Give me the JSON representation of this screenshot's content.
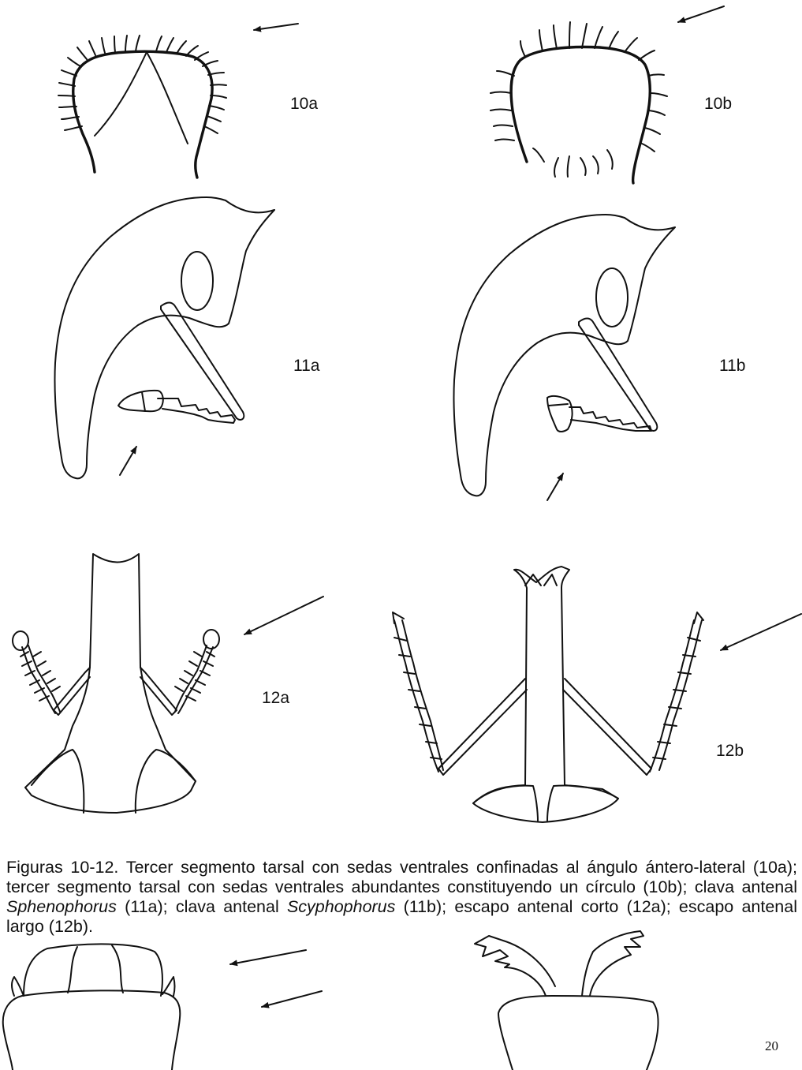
{
  "figure_labels": {
    "f10a": "10a",
    "f10b": "10b",
    "f11a": "11a",
    "f11b": "11b",
    "f12a": "12a",
    "f12b": "12b"
  },
  "caption": {
    "p1": "Figuras 10-12. Tercer segmento tarsal con sedas ventrales confinadas al ángulo ántero-lateral (10a); tercer segmento tarsal con sedas ventrales abundantes constituyendo un círculo (10b); clava antenal ",
    "genus1": "Sphenophorus",
    "p2": " (11a); clava antenal ",
    "genus2": "Scyphophorus",
    "p3": " (11b); escapo antenal corto (12a); escapo antenal largo (12b)."
  },
  "page_number": "20",
  "colors": {
    "ink": "#111111",
    "background": "#ffffff"
  }
}
